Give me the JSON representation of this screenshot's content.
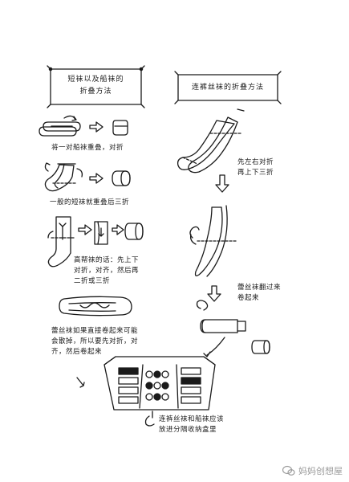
{
  "left_title": "短袜以及船袜的\n折叠方法",
  "right_title": "连裤丝袜的折叠方法",
  "steps_left": [
    {
      "caption": "将一对船袜重叠，对折"
    },
    {
      "caption": "一般的短袜就重叠后三折"
    },
    {
      "caption": "高帮袜的话：先上下\n对折，对齐，然后再\n二折或三折"
    },
    {
      "caption": "蕾丝袜如果直接卷起来可能\n会散掉，所以要先对折，对\n齐，然后卷起来"
    }
  ],
  "steps_right": [
    {
      "caption": "先左右对折\n再上下三折"
    },
    {
      "caption": "蕾丝袜翻过来\n卷起来"
    },
    {
      "caption": "连裤丝袜和船袜应该\n放进分隔收纳盒里"
    }
  ],
  "brand": {
    "name": "妈妈创想屋"
  }
}
